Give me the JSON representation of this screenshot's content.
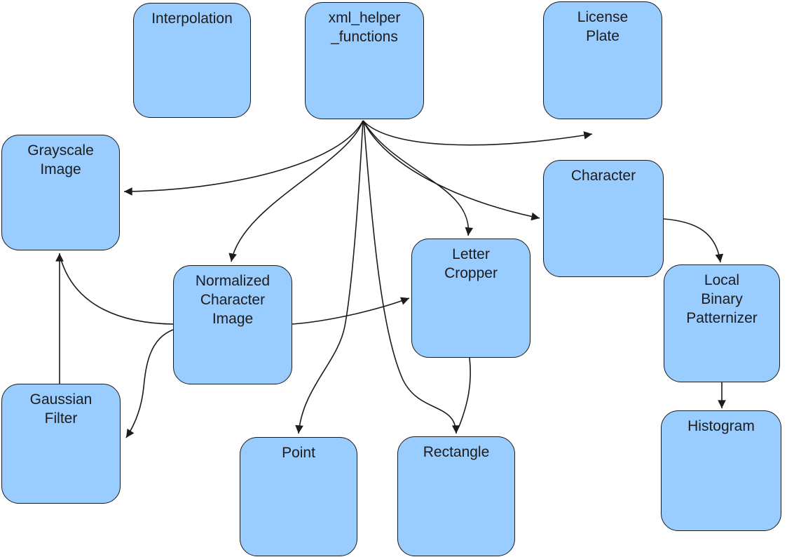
{
  "diagram": {
    "title": "class dependency diagram",
    "background_color": "#ffffff",
    "node_fill_color": "#99CCFF",
    "node_border_color": "#1b1b1b",
    "edge_color": "#1b1b1b",
    "nodes": [
      {
        "id": "interpolation",
        "label": "Interpolation"
      },
      {
        "id": "xml_helper_functions",
        "label": "xml_helper\n_functions"
      },
      {
        "id": "license_plate",
        "label": "License\nPlate"
      },
      {
        "id": "grayscale_image",
        "label": "Grayscale\nImage"
      },
      {
        "id": "character",
        "label": "Character"
      },
      {
        "id": "normalized_character_image",
        "label": "Normalized\nCharacter\nImage"
      },
      {
        "id": "letter_cropper",
        "label": "Letter\nCropper"
      },
      {
        "id": "local_binary_patternizer",
        "label": "Local\nBinary\nPatternizer"
      },
      {
        "id": "gaussian_filter",
        "label": "Gaussian\nFilter"
      },
      {
        "id": "point",
        "label": "Point"
      },
      {
        "id": "rectangle",
        "label": "Rectangle"
      },
      {
        "id": "histogram",
        "label": "Histogram"
      }
    ],
    "edges": [
      {
        "from": "xml_helper_functions",
        "to": "license_plate"
      },
      {
        "from": "xml_helper_functions",
        "to": "character"
      },
      {
        "from": "xml_helper_functions",
        "to": "grayscale_image"
      },
      {
        "from": "xml_helper_functions",
        "to": "normalized_character_image"
      },
      {
        "from": "xml_helper_functions",
        "to": "letter_cropper"
      },
      {
        "from": "xml_helper_functions",
        "to": "point"
      },
      {
        "from": "xml_helper_functions",
        "to": "rectangle"
      },
      {
        "from": "gaussian_filter",
        "to": "grayscale_image"
      },
      {
        "from": "normalized_character_image",
        "to": "grayscale_image"
      },
      {
        "from": "normalized_character_image",
        "to": "gaussian_filter"
      },
      {
        "from": "normalized_character_image",
        "to": "letter_cropper"
      },
      {
        "from": "character",
        "to": "local_binary_patternizer"
      },
      {
        "from": "local_binary_patternizer",
        "to": "histogram"
      },
      {
        "from": "letter_cropper",
        "to": "rectangle"
      }
    ]
  }
}
